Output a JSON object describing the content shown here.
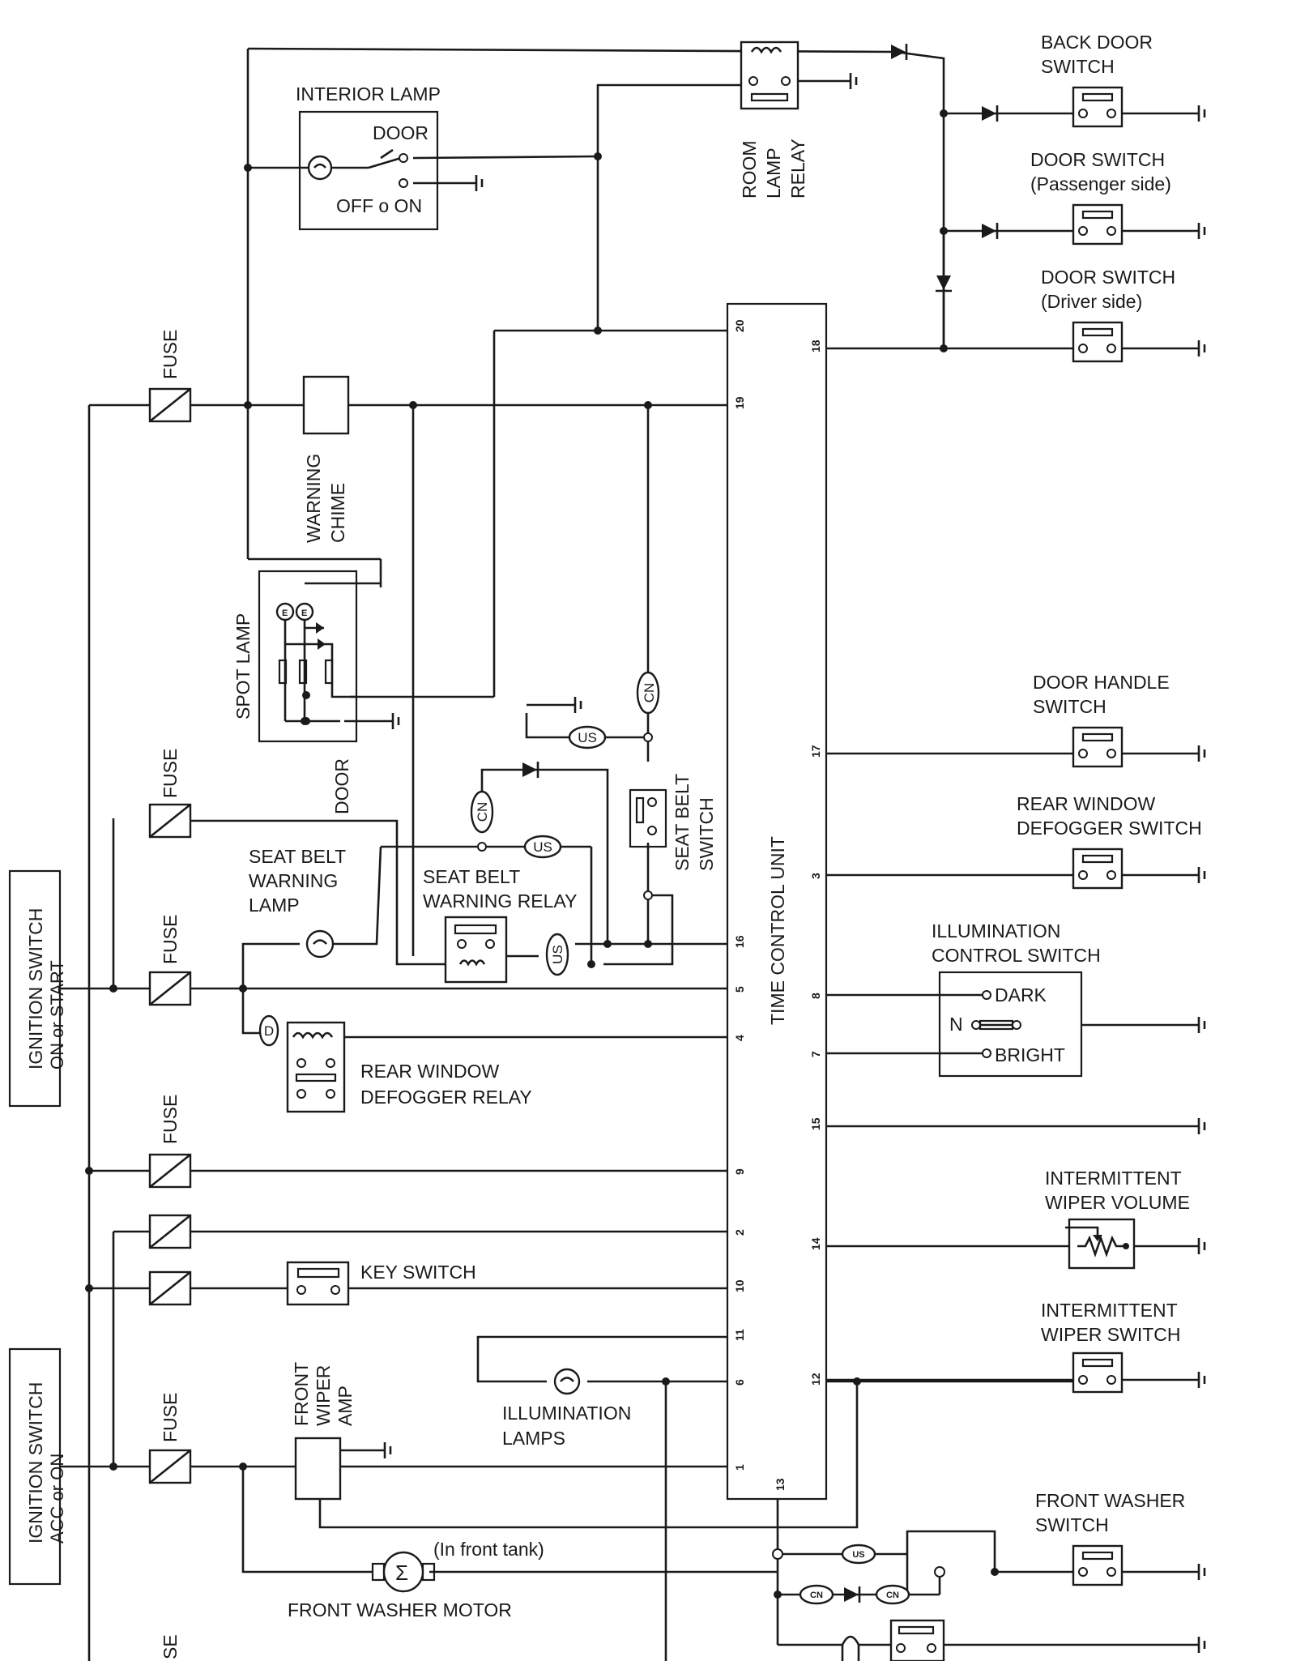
{
  "labels": {
    "back_door_switch_l1": "BACK DOOR",
    "back_door_switch_l2": "SWITCH",
    "door_switch_pass_l1": "DOOR SWITCH",
    "door_switch_pass_l2": "(Passenger side)",
    "door_switch_drv_l1": "DOOR SWITCH",
    "door_switch_drv_l2": "(Driver side)",
    "interior_lamp": "INTERIOR LAMP",
    "door": "DOOR",
    "off_on": "OFF o ON",
    "room_lamp_relay_l1": "ROOM",
    "room_lamp_relay_l2": "LAMP",
    "room_lamp_relay_l3": "RELAY",
    "fuse": "FUSE",
    "warning_chime_l1": "WARNING",
    "warning_chime_l2": "CHIME",
    "spot_lamp": "SPOT LAMP",
    "spot_door": "DOOR",
    "door_handle_switch_l1": "DOOR HANDLE",
    "door_handle_switch_l2": "SWITCH",
    "rear_window_defogger_switch_l1": "REAR WINDOW",
    "rear_window_defogger_switch_l2": "DEFOGGER SWITCH",
    "seat_belt_switch_l1": "SEAT BELT",
    "seat_belt_switch_l2": "SWITCH",
    "seat_belt_warning_lamp_l1": "SEAT BELT",
    "seat_belt_warning_lamp_l2": "WARNING",
    "seat_belt_warning_lamp_l3": "LAMP",
    "seat_belt_warning_relay_l1": "SEAT BELT",
    "seat_belt_warning_relay_l2": "WARNING RELAY",
    "time_control_unit": "TIME CONTROL UNIT",
    "illumination_control_switch_l1": "ILLUMINATION",
    "illumination_control_switch_l2": "CONTROL SWITCH",
    "dark": "DARK",
    "n": "N",
    "bright": "BRIGHT",
    "ignition_switch_on_start_l1": "IGNITION SWITCH",
    "ignition_switch_on_start_l2": "ON or START",
    "rear_window_defogger_relay_l1": "REAR WINDOW",
    "rear_window_defogger_relay_l2": "DEFOGGER RELAY",
    "intermittent_wiper_volume_l1": "INTERMITTENT",
    "intermittent_wiper_volume_l2": "WIPER VOLUME",
    "key_switch": "KEY SWITCH",
    "intermittent_wiper_switch_l1": "INTERMITTENT",
    "intermittent_wiper_switch_l2": "WIPER SWITCH",
    "ignition_switch_acc_on_l1": "IGNITION SWITCH",
    "ignition_switch_acc_on_l2": "ACC or ON",
    "front_wiper_amp_l1": "FRONT",
    "front_wiper_amp_l2": "WIPER",
    "front_wiper_amp_l3": "AMP",
    "illumination_lamps_l1": "ILLUMINATION",
    "illumination_lamps_l2": "LAMPS",
    "front_washer_switch_l1": "FRONT WASHER",
    "front_washer_switch_l2": "SWITCH",
    "in_front_tank": "(In front tank)",
    "front_washer_motor": "FRONT WASHER MOTOR",
    "fuse_bottom_partial": "SE"
  },
  "connector_tags": {
    "cn": "CN",
    "us": "US",
    "d": "D",
    "e": "E"
  },
  "pins": {
    "p20": "20",
    "p19": "19",
    "p18": "18",
    "p17": "17",
    "p3": "3",
    "p16": "16",
    "p5": "5",
    "p4": "4",
    "p8": "8",
    "p7": "7",
    "p15": "15",
    "p9": "9",
    "p2": "2",
    "p14": "14",
    "p10": "10",
    "p11": "11",
    "p6": "6",
    "p12": "12",
    "p1": "1",
    "p13": "13"
  }
}
